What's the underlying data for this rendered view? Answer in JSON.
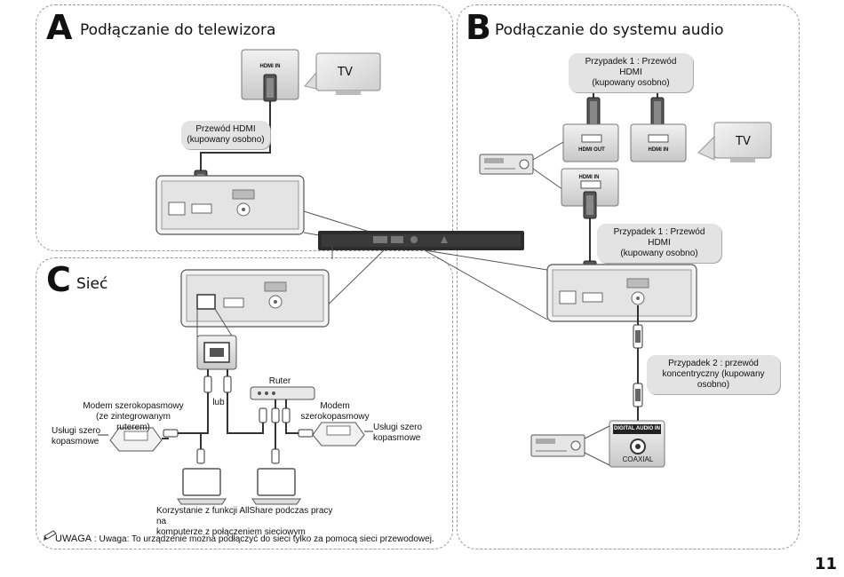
{
  "sectionA": {
    "letter": "A",
    "title": "Podłączanie do telewizora"
  },
  "sectionB": {
    "letter": "B",
    "title": "Podłączanie do systemu audio"
  },
  "sectionC": {
    "letter": "C",
    "title": "Sieć"
  },
  "tv_label": "TV",
  "ports": {
    "hdmi_in": "HDMI IN",
    "hdmi_out": "HDMI OUT",
    "digital_audio_in": "DIGITAL AUDIO IN",
    "coaxial": "COAXIAL"
  },
  "callouts": {
    "hdmi_cable_a": "Przewód HDMI\n(kupowany osobno)",
    "case1_top": "Przypadek 1 : Przewód HDMI\n(kupowany osobno)",
    "case1_mid": "Przypadek 1 : Przewód HDMI\n(kupowany osobno)",
    "case2": "Przypadek 2 :  przewód\nkoncentryczny (kupowany osobno)"
  },
  "network": {
    "router": "Ruter",
    "or": "lub",
    "modem_router": "Modem szerokopasmowy\n(ze zintegrowanym ruterem)",
    "modem": "Modem\nszerokopasmowy",
    "broadband_left": "Usługi szero\nkopasmowe",
    "broadband_right": "Usługi szero\nkopasmowe",
    "allshare": "Korzystanie z funkcji AllShare podczas pracy na\nkomputerze z połączeniem sieciowym"
  },
  "note": {
    "label": "UWAGA",
    "text": " : Uwaga: To urządzenie można podłączyć do sieci tylko za pomocą sieci przewodowej."
  },
  "page_number": "11"
}
